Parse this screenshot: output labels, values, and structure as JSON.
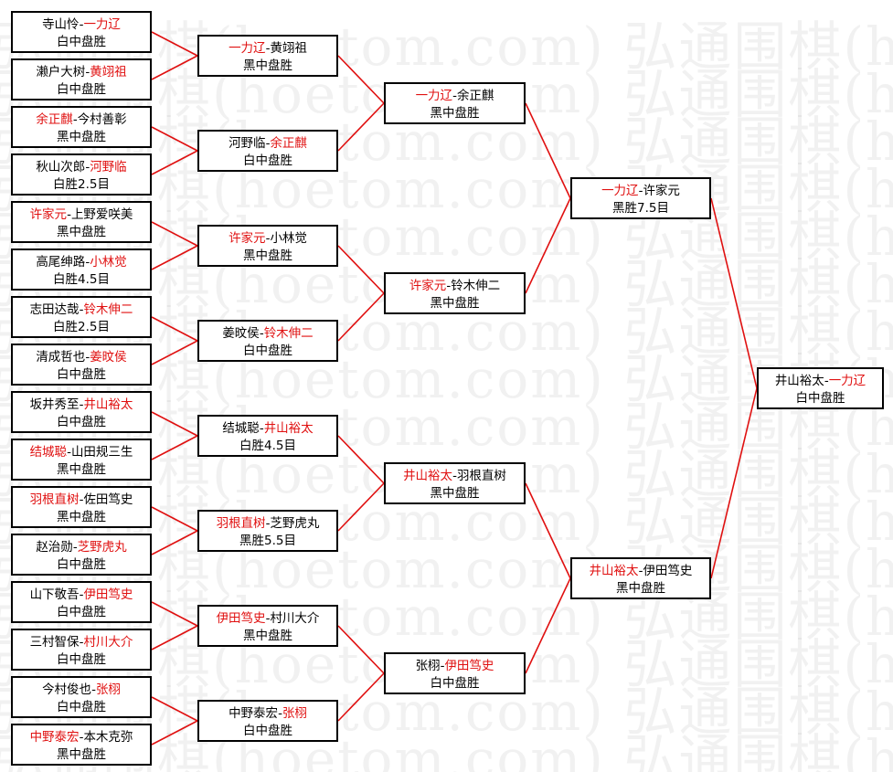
{
  "watermark": "弘通围棋(hoetom.com) 弘通围棋(hoetom.com)",
  "colors": {
    "winner": "#e01010",
    "line": "#e01010",
    "border": "#000000"
  },
  "rounds": [
    [
      {
        "a": "寺山怜",
        "b": "一力辽",
        "winner": "b",
        "result": "白中盘胜"
      },
      {
        "a": "濑户大树",
        "b": "黄翊祖",
        "winner": "b",
        "result": "白中盘胜"
      },
      {
        "a": "余正麒",
        "b": "今村善彰",
        "winner": "a",
        "result": "黑中盘胜"
      },
      {
        "a": "秋山次郎",
        "b": "河野临",
        "winner": "b",
        "result": "白胜2.5目"
      },
      {
        "a": "许家元",
        "b": "上野爱咲美",
        "winner": "a",
        "result": "黑中盘胜"
      },
      {
        "a": "高尾绅路",
        "b": "小林觉",
        "winner": "b",
        "result": "白胜4.5目"
      },
      {
        "a": "志田达哉",
        "b": "铃木伸二",
        "winner": "b",
        "result": "白胜2.5目"
      },
      {
        "a": "清成哲也",
        "b": "姜旼侯",
        "winner": "b",
        "result": "白中盘胜"
      },
      {
        "a": "坂井秀至",
        "b": "井山裕太",
        "winner": "b",
        "result": "白中盘胜"
      },
      {
        "a": "结城聪",
        "b": "山田规三生",
        "winner": "a",
        "result": "黑中盘胜"
      },
      {
        "a": "羽根直树",
        "b": "佐田笃史",
        "winner": "a",
        "result": "黑中盘胜"
      },
      {
        "a": "赵治勋",
        "b": "芝野虎丸",
        "winner": "b",
        "result": "白中盘胜"
      },
      {
        "a": "山下敬吾",
        "b": "伊田笃史",
        "winner": "b",
        "result": "白中盘胜"
      },
      {
        "a": "三村智保",
        "b": "村川大介",
        "winner": "b",
        "result": "白中盘胜"
      },
      {
        "a": "今村俊也",
        "b": "张栩",
        "winner": "b",
        "result": "白中盘胜"
      },
      {
        "a": "中野泰宏",
        "b": "本木克弥",
        "winner": "a",
        "result": "黑中盘胜"
      }
    ],
    [
      {
        "a": "一力辽",
        "b": "黄翊祖",
        "winner": "a",
        "result": "黑中盘胜"
      },
      {
        "a": "河野临",
        "b": "余正麒",
        "winner": "b",
        "result": "白中盘胜"
      },
      {
        "a": "许家元",
        "b": "小林觉",
        "winner": "a",
        "result": "黑中盘胜"
      },
      {
        "a": "姜旼侯",
        "b": "铃木伸二",
        "winner": "b",
        "result": "白中盘胜"
      },
      {
        "a": "结城聪",
        "b": "井山裕太",
        "winner": "b",
        "result": "白胜4.5目"
      },
      {
        "a": "羽根直树",
        "b": "芝野虎丸",
        "winner": "a",
        "result": "黑胜5.5目"
      },
      {
        "a": "伊田笃史",
        "b": "村川大介",
        "winner": "a",
        "result": "黑中盘胜"
      },
      {
        "a": "中野泰宏",
        "b": "张栩",
        "winner": "b",
        "result": "白中盘胜"
      }
    ],
    [
      {
        "a": "一力辽",
        "b": "余正麒",
        "winner": "a",
        "result": "黑中盘胜"
      },
      {
        "a": "许家元",
        "b": "铃木伸二",
        "winner": "a",
        "result": "黑中盘胜"
      },
      {
        "a": "井山裕太",
        "b": "羽根直树",
        "winner": "a",
        "result": "黑中盘胜"
      },
      {
        "a": "张栩",
        "b": "伊田笃史",
        "winner": "b",
        "result": "白中盘胜"
      }
    ],
    [
      {
        "a": "一力辽",
        "b": "许家元",
        "winner": "a",
        "result": "黑胜7.5目"
      },
      {
        "a": "井山裕太",
        "b": "伊田笃史",
        "winner": "a",
        "result": "黑中盘胜"
      }
    ],
    [
      {
        "a": "井山裕太",
        "b": "一力辽",
        "winner": "b",
        "result": "白中盘胜"
      }
    ]
  ]
}
